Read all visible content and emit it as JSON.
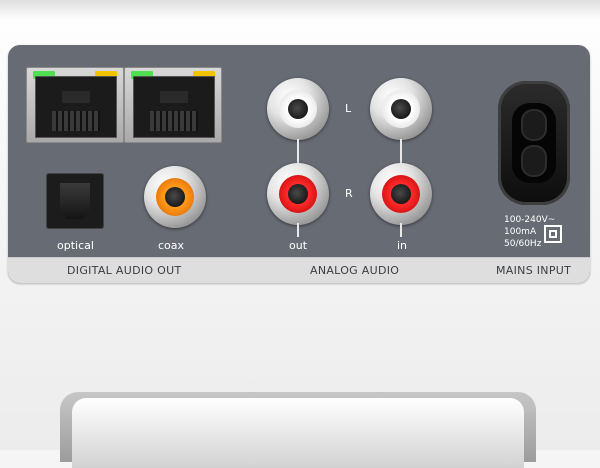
{
  "panel": {
    "sections": {
      "digital": "DIGITAL AUDIO OUT",
      "analog": "ANALOG AUDIO",
      "mains": "MAINS INPUT"
    },
    "ports": {
      "optical": "optical",
      "coax": "coax",
      "out": "out",
      "in": "in"
    },
    "channels": {
      "left": "L",
      "right": "R"
    },
    "mains_spec": {
      "voltage": "100-240V~",
      "current": "100mA",
      "frequency": "50/60Hz"
    }
  },
  "colors": {
    "panel": "#676b74",
    "label_band": "#dedede",
    "led_green": "#4fe04f",
    "led_yellow": "#f2c400",
    "rca_red": "#e00000",
    "rca_white": "#ffffff",
    "rca_orange": "#ff8a00"
  }
}
